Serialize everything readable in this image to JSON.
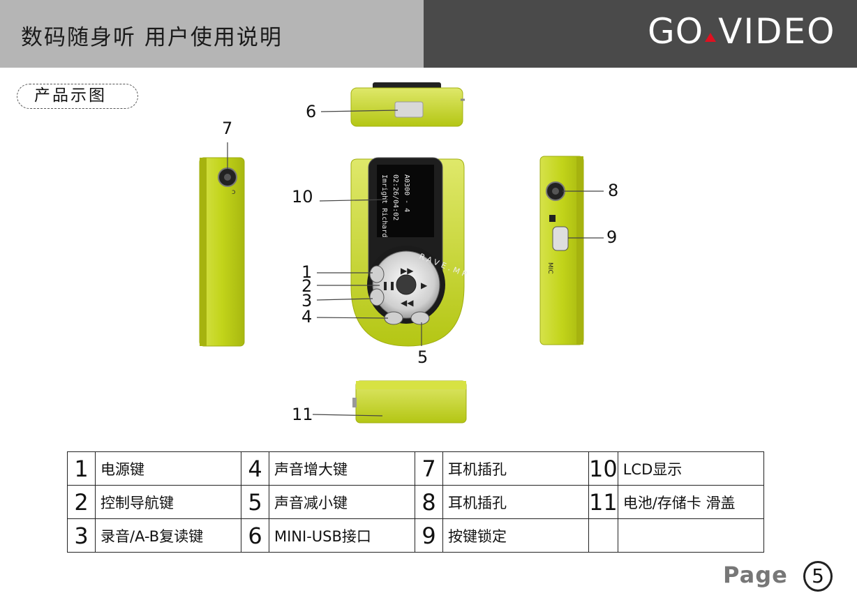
{
  "header": {
    "title": "数码随身听 用户使用说明",
    "brand_go": "GO",
    "brand_video": "VIDEO"
  },
  "section": {
    "label": "产品示图"
  },
  "device": {
    "lcd_lines": [
      "A0300 - 4   ",
      "Imright  Richard",
      "02:26/04:02"
    ],
    "wheel_text": "RAVE.MP",
    "mic_label": "MIC"
  },
  "callouts": [
    "1",
    "2",
    "3",
    "4",
    "5",
    "6",
    "7",
    "8",
    "9",
    "10",
    "11"
  ],
  "legend": [
    [
      {
        "num": "1",
        "label": "电源键"
      },
      {
        "num": "4",
        "label": "声音增大键"
      },
      {
        "num": "7",
        "label": "耳机插孔"
      },
      {
        "num": "10",
        "label": "LCD显示"
      }
    ],
    [
      {
        "num": "2",
        "label": "控制导航键"
      },
      {
        "num": "5",
        "label": "声音减小键"
      },
      {
        "num": "8",
        "label": "耳机插孔"
      },
      {
        "num": "11",
        "label": "电池/存储卡 滑盖"
      }
    ],
    [
      {
        "num": "3",
        "label": "录音/A-B复读键"
      },
      {
        "num": "6",
        "label": "MINI-USB接口"
      },
      {
        "num": "9",
        "label": "按键锁定"
      },
      {
        "num": "",
        "label": ""
      }
    ]
  ],
  "footer": {
    "page_label": "Page",
    "page_number": "5"
  },
  "colors": {
    "body_green": "#c8d81e",
    "dark_gray": "#4a4a4a",
    "light_gray": "#b5b5b5",
    "accent_red": "#e01020"
  }
}
